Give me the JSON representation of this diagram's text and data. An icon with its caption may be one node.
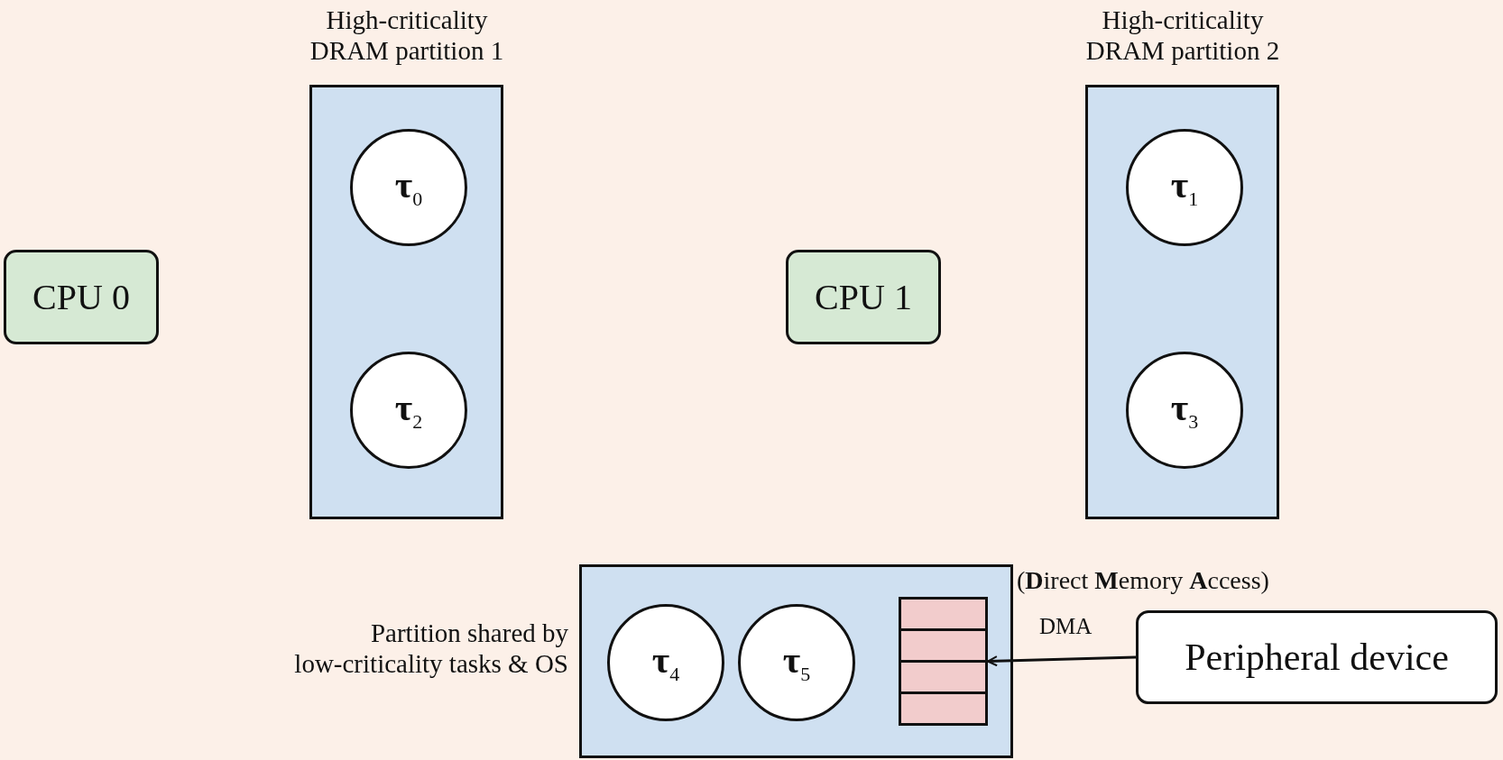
{
  "diagram": {
    "nodes": [
      {
        "text": [
          "CPU 0"
        ]
      },
      {
        "text": [
          "High-criticality DRAM partition 1"
        ]
      },
      {
        "text": [
          "**τ**$_{0}$"
        ],
        "in": 1
      },
      {
        "text": [
          "**τ**$_{2}$"
        ],
        "in": 1
      },
      {
        "text": [
          "CPU 1"
        ]
      },
      {
        "text": [
          "High-criticality DRAM partition 2"
        ]
      },
      {
        "text": [
          "**τ**$_{1}$"
        ],
        "in": 5
      },
      {
        "text": [
          "**τ**$_{3}$"
        ],
        "in": 5
      },
      {
        "text": [
          "Partition shared by low-criticality tasks & OS"
        ]
      },
      {
        "text": [
          "**τ**$_{4}$"
        ],
        "in": 8
      },
      {
        "text": [
          "**τ**$_{5}$"
        ],
        "in": 8
      },
      {
        "text": [],
        "shape": "box",
        "in": 8
      },
      {
        "text": [
          "Peripheral device"
        ]
      }
    ],
    "edges": [
      {
        "from": 12,
        "to": 11,
        "arrow": "to",
        "label": "DMA"
      }
    ],
    "labels": [
      "(**D**irect **M**emory **A**ccess)"
    ]
  }
}
